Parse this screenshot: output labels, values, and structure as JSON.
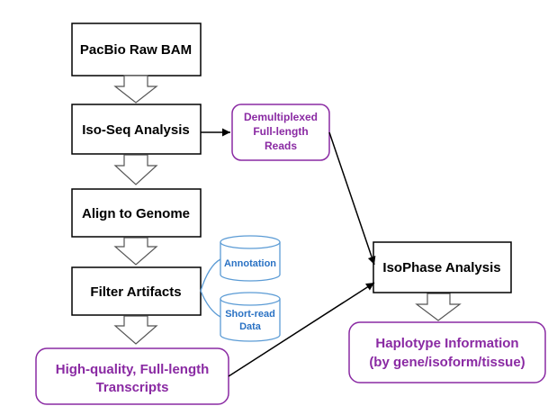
{
  "colors": {
    "box_border": "#000000",
    "purple": "#8a2aa3",
    "db_stroke": "#5b9bd5",
    "db_text": "#2a72c4"
  },
  "steps": {
    "raw_bam": "PacBio Raw BAM",
    "isoseq": "Iso-Seq Analysis",
    "align": "Align to Genome",
    "filter": "Filter Artifacts"
  },
  "demux": [
    "Demultiplexed",
    "Full-length",
    "Reads"
  ],
  "databases": {
    "annotation": "Annotation",
    "shortread": [
      "Short-read",
      "Data"
    ]
  },
  "hq": [
    "High-quality, Full-length",
    "Transcripts"
  ],
  "isophase": "IsoPhase Analysis",
  "haplotype": [
    "Haplotype Information",
    "(by gene/isoform/tissue)"
  ]
}
